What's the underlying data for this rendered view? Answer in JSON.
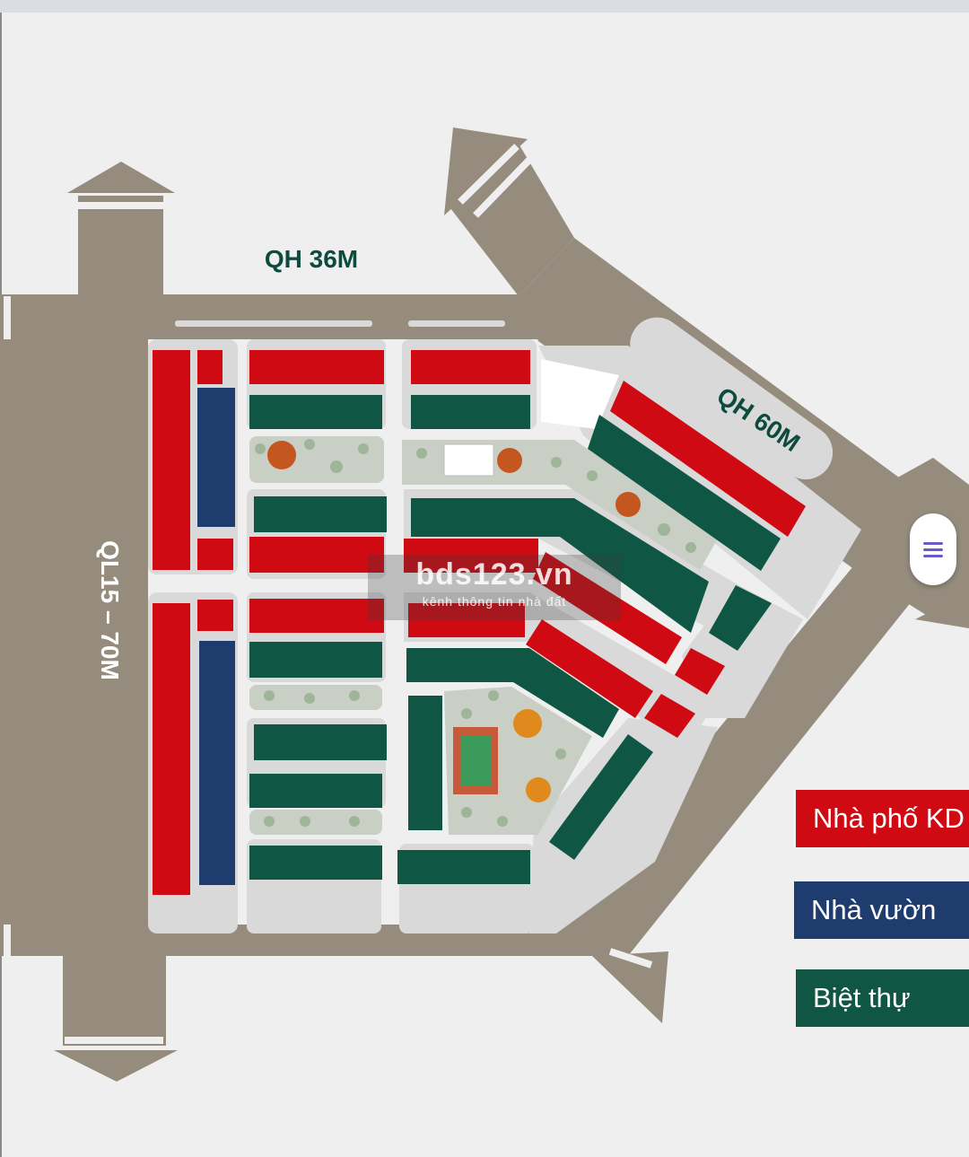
{
  "roads": {
    "north": "QH 36M",
    "northeast": "QH 60M",
    "west": "QL15 – 70M"
  },
  "legend": [
    {
      "label": "Nhà phố KD",
      "color": "#cf0a12"
    },
    {
      "label": "Nhà vườn",
      "color": "#1f3c6e"
    },
    {
      "label": "Biệt thự",
      "color": "#0f5744"
    }
  ],
  "watermark": {
    "title": "bds123.vn",
    "subtitle": "kênh thông tin nhà đất"
  },
  "colors": {
    "road": "#958c7e",
    "pavement": "#d9d9d9",
    "background": "#efefef",
    "label": "#0e4b3d"
  },
  "menu_button": {
    "icon": "hamburger-menu-icon"
  }
}
